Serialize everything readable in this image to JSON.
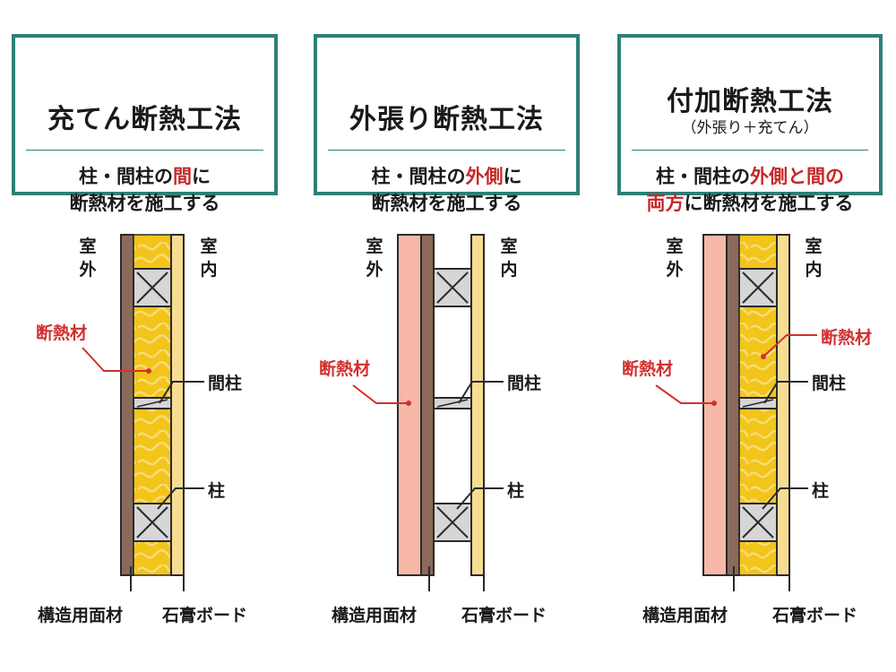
{
  "colors": {
    "frame": "#2e7f78",
    "accent_red": "#c62828",
    "sheathing": "#8b6a5a",
    "insulation_fiber": "#f3c41a",
    "exterior_insulation": "#f7b8a8",
    "gypsum": "#f6dd92",
    "stud": "#d6d6d6"
  },
  "panels": [
    {
      "title": "充てん断熱工法",
      "subtitle": "",
      "desc_line1_pre": "柱・間柱の",
      "desc_line1_red": "間",
      "desc_line1_post": "に",
      "desc_line2_red": "",
      "desc_line2_post": "断熱材を施工する",
      "outside": [
        "室",
        "外"
      ],
      "inside": [
        "室",
        "内"
      ],
      "insulation_label": "断熱材",
      "stud_small_label": "間柱",
      "stud_label": "柱",
      "sheathing_label": "構造用面材",
      "gypsum_label": "石膏ボード"
    },
    {
      "title": "外張り断熱工法",
      "subtitle": "",
      "desc_line1_pre": "柱・間柱の",
      "desc_line1_red": "外側",
      "desc_line1_post": "に",
      "desc_line2_red": "",
      "desc_line2_post": "断熱材を施工する",
      "outside": [
        "室",
        "外"
      ],
      "inside": [
        "室",
        "内"
      ],
      "insulation_label": "断熱材",
      "stud_small_label": "間柱",
      "stud_label": "柱",
      "sheathing_label": "構造用面材",
      "gypsum_label": "石膏ボード"
    },
    {
      "title": "付加断熱工法",
      "subtitle": "（外張り＋充てん）",
      "desc_line1_pre": "柱・間柱の",
      "desc_line1_red": "外側と間の",
      "desc_line1_post": "",
      "desc_line2_red": "両方",
      "desc_line2_post": "に断熱材を施工する",
      "outside": [
        "室",
        "外"
      ],
      "inside": [
        "室",
        "内"
      ],
      "insulation_label": "断熱材",
      "insulation_label2": "断熱材",
      "stud_small_label": "間柱",
      "stud_label": "柱",
      "sheathing_label": "構造用面材",
      "gypsum_label": "石膏ボード"
    }
  ]
}
